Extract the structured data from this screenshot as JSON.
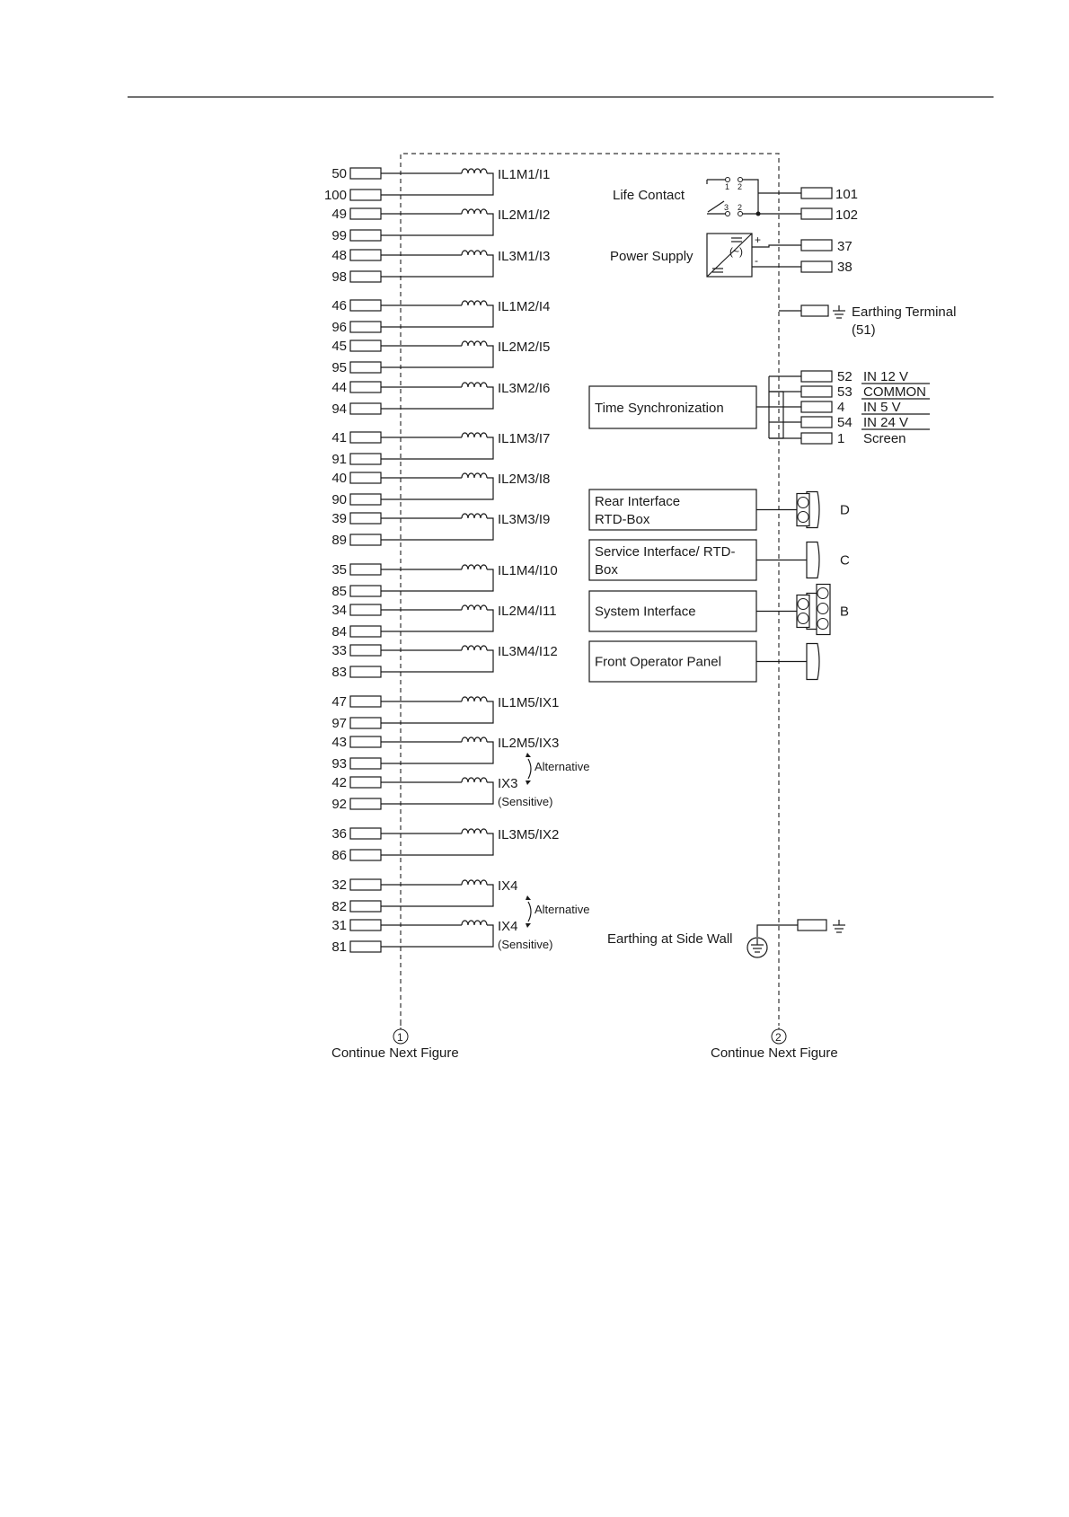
{
  "left_channels": [
    {
      "label": "IL1M1/I1",
      "terminals": [
        "50",
        "100"
      ]
    },
    {
      "label": "IL2M1/I2",
      "terminals": [
        "49",
        "99"
      ]
    },
    {
      "label": "IL3M1/I3",
      "terminals": [
        "48",
        "98"
      ]
    },
    {
      "label": "IL1M2/I4",
      "terminals": [
        "46",
        "96"
      ]
    },
    {
      "label": "IL2M2/I5",
      "terminals": [
        "45",
        "95"
      ]
    },
    {
      "label": "IL3M2/I6",
      "terminals": [
        "44",
        "94"
      ]
    },
    {
      "label": "IL1M3/I7",
      "terminals": [
        "41",
        "91"
      ]
    },
    {
      "label": "IL2M3/I8",
      "terminals": [
        "40",
        "90"
      ]
    },
    {
      "label": "IL3M3/I9",
      "terminals": [
        "39",
        "89"
      ]
    },
    {
      "label": "IL1M4/I10",
      "terminals": [
        "35",
        "85"
      ]
    },
    {
      "label": "IL2M4/I11",
      "terminals": [
        "34",
        "84"
      ]
    },
    {
      "label": "IL3M4/I12",
      "terminals": [
        "33",
        "83"
      ]
    },
    {
      "label": "IL1M5/IX1",
      "terminals": [
        "47",
        "97"
      ]
    },
    {
      "label": "IL2M5/IX3",
      "terminals": [
        "43",
        "93"
      ]
    },
    {
      "label": "IX3",
      "sub": "(Sensitive)",
      "terminals": [
        "42",
        "92"
      ]
    },
    {
      "label": "IL3M5/IX2",
      "terminals": [
        "36",
        "86"
      ]
    },
    {
      "label": "IX4",
      "terminals": [
        "32",
        "82"
      ]
    },
    {
      "label": "IX4",
      "sub": "(Sensitive)",
      "terminals": [
        "31",
        "81"
      ]
    }
  ],
  "alternative_label": "Alternative",
  "life_contact": {
    "label": "Life Contact",
    "terminals": [
      "101",
      "102"
    ],
    "contact_numbers": [
      "1",
      "2",
      "3",
      "2"
    ]
  },
  "power_supply": {
    "label": "Power Supply",
    "terminals": [
      "37",
      "38"
    ],
    "polarity": [
      "+",
      "-"
    ],
    "symbol": "(~)"
  },
  "earthing_terminal": {
    "label": "Earthing Terminal",
    "sub": "(51)"
  },
  "time_sync": {
    "label": "Time Synchronization",
    "rows": [
      {
        "terminal": "52",
        "signal": "IN 12 V"
      },
      {
        "terminal": "53",
        "signal": "COMMON"
      },
      {
        "terminal": "4",
        "signal": "IN 5 V"
      },
      {
        "terminal": "54",
        "signal": "IN 24 V"
      },
      {
        "terminal": "1",
        "signal": "Screen"
      }
    ]
  },
  "interfaces": [
    {
      "line1": "Rear Interface",
      "line2": "RTD-Box",
      "port": "D"
    },
    {
      "line1": "Service Interface/ RTD-",
      "line2": "Box",
      "port": "C"
    },
    {
      "line1": "System Interface",
      "line2": "",
      "port": "B"
    },
    {
      "line1": "Front Operator Panel",
      "line2": "",
      "port": ""
    }
  ],
  "side_earth": {
    "label": "Earthing at Side Wall"
  },
  "continuations": [
    {
      "number": "1",
      "label": "Continue Next Figure"
    },
    {
      "number": "2",
      "label": "Continue Next Figure"
    }
  ]
}
